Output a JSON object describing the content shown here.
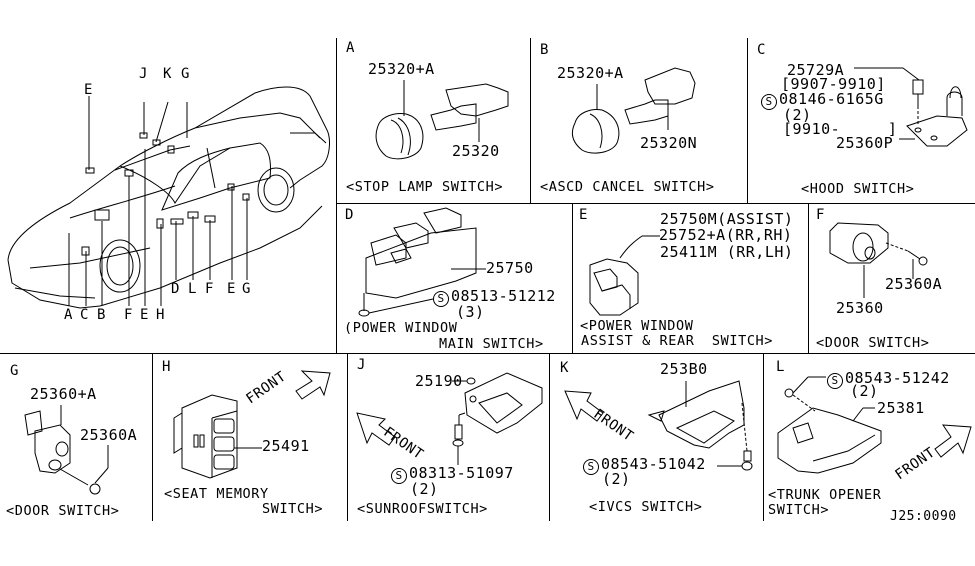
{
  "diagram_id": "J25:0090",
  "overview": {
    "callouts_top": [
      "E",
      "J",
      "K",
      "G"
    ],
    "callouts_bottom_row1": [
      "D",
      "L",
      "F",
      "E",
      "G"
    ],
    "callouts_bottom_row2": [
      "A",
      "C",
      "B",
      "F",
      "E",
      "H"
    ]
  },
  "panels": {
    "A": {
      "letter": "A",
      "parts": [
        "25320+A",
        "25320"
      ],
      "caption": "<STOP LAMP SWITCH>"
    },
    "B": {
      "letter": "B",
      "parts": [
        "25320+A",
        "25320N"
      ],
      "caption": "<ASCD CANCEL SWITCH>"
    },
    "C": {
      "letter": "C",
      "lines": [
        "25729A",
        "[9907-9910]",
        "08146-6165G",
        "(2)",
        "[9910-     ]",
        "25360P"
      ],
      "screw_symbol": "S",
      "caption": "<HOOD SWITCH>"
    },
    "D": {
      "letter": "D",
      "parts": [
        "25750",
        "08513-51212",
        "(3)"
      ],
      "screw_symbol": "S",
      "caption_line1": "(POWER WINDOW",
      "caption_line2": "MAIN SWITCH>"
    },
    "E": {
      "letter": "E",
      "parts": [
        "25750M(ASSIST)",
        "25752+A(RR,RH)",
        "25411M (RR,LH)"
      ],
      "caption_line1": "<POWER WINDOW",
      "caption_line2": "ASSIST & REAR  SWITCH>"
    },
    "F": {
      "letter": "F",
      "parts": [
        "25360A",
        "25360"
      ],
      "caption": "<DOOR SWITCH>"
    },
    "G": {
      "letter": "G",
      "parts": [
        "25360+A",
        "25360A"
      ],
      "caption": "<DOOR SWITCH>"
    },
    "H": {
      "letter": "H",
      "parts": [
        "25491"
      ],
      "front_label": "FRONT",
      "caption_line1": "<SEAT MEMORY",
      "caption_line2": "SWITCH>"
    },
    "J": {
      "letter": "J",
      "parts": [
        "25190",
        "08313-51097",
        "(2)"
      ],
      "screw_symbol": "S",
      "front_label": "FRONT",
      "caption": "<SUNROOFSWITCH>"
    },
    "K": {
      "letter": "K",
      "parts": [
        "253B0",
        "08543-51042",
        "(2)"
      ],
      "screw_symbol": "S",
      "front_label": "FRONT",
      "caption": "<IVCS SWITCH>"
    },
    "L": {
      "letter": "L",
      "parts": [
        "08543-51242",
        "(2)",
        "25381"
      ],
      "screw_symbol": "S",
      "front_label": "FRONT",
      "caption_line1": "<TRUNK OPENER",
      "caption_line2": "SWITCH>"
    }
  }
}
